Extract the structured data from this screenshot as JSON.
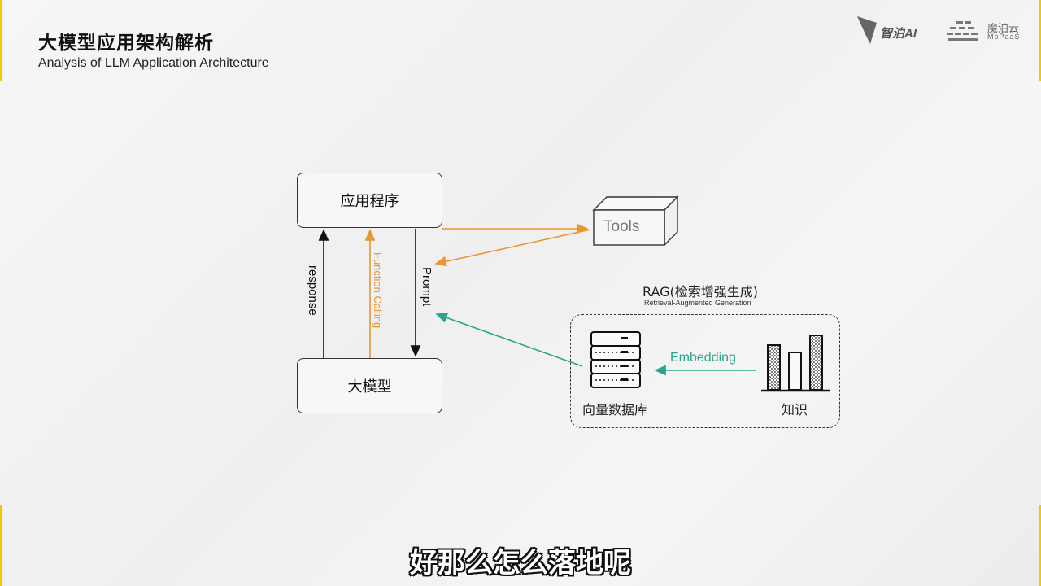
{
  "header": {
    "title_cn": "大模型应用架构解析",
    "title_en": "Analysis of LLM Application Architecture"
  },
  "logos": {
    "zhipo": "智泊AI",
    "mopaas_cn": "魔泊云",
    "mopaas_en": "MoPaaS"
  },
  "diagram": {
    "app_box": "应用程序",
    "llm_box": "大模型",
    "tools": "Tools",
    "response": "response",
    "function_calling": "Function Calling",
    "prompt": "Prompt",
    "rag_title": "RAG(检索增强生成)",
    "rag_subtitle": "Retrieval-Augmented Generation",
    "embedding": "Embedding",
    "vector_db": "向量数据库",
    "knowledge": "知识"
  },
  "subtitle": "好那么怎么落地呢",
  "colors": {
    "orange": "#e8962f",
    "teal": "#2aa58a",
    "corner": "#f2c800"
  }
}
